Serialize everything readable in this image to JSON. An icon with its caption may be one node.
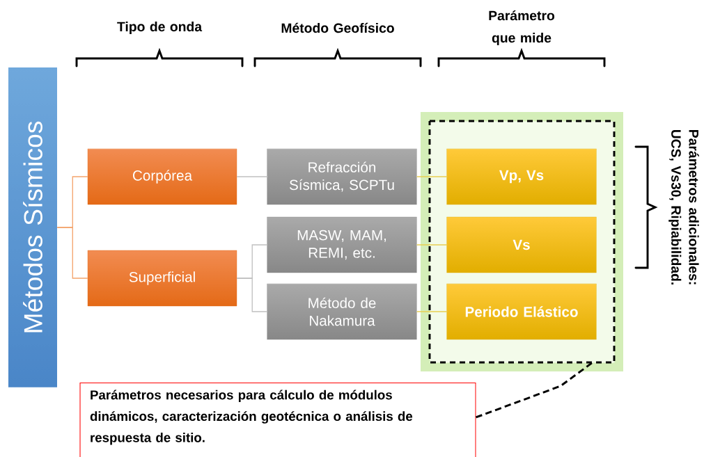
{
  "diagram": {
    "nodes": [
      {
        "text": [
          "Métodos Sísmicos"
        ]
      },
      {
        "text": [
          "Corpórea"
        ]
      },
      {
        "text": [
          "Superficial"
        ]
      },
      {
        "text": [
          "Refracción Sísmica, SCPTu"
        ]
      },
      {
        "text": [
          "MASW, MAM, REMI, etc."
        ]
      },
      {
        "text": [
          "Método de Nakamura"
        ]
      },
      {
        "text": [],
        "shape": "box"
      },
      {
        "text": [
          "Vp, Vs"
        ],
        "in": 6
      },
      {
        "text": [
          "Vs"
        ],
        "in": 6
      },
      {
        "text": [
          "Periodo Elástico"
        ],
        "in": 6
      },
      {
        "text": [
          "Parámetros necesarios para cálculo de módulos dinámicos, caracterización geotécnica o análisis de respuesta de sitio."
        ]
      }
    ],
    "edges": [
      {
        "from": 0,
        "to": 1,
        "arrow": "none",
        "color": "#f4a46c"
      },
      {
        "from": 0,
        "to": 2,
        "arrow": "none",
        "color": "#f4a46c"
      },
      {
        "from": 1,
        "to": 3,
        "arrow": "none",
        "color": "#c0c0c0"
      },
      {
        "from": 2,
        "to": 4,
        "arrow": "none",
        "color": "#c0c0c0"
      },
      {
        "from": 2,
        "to": 5,
        "arrow": "none",
        "color": "#c0c0c0"
      },
      {
        "from": 3,
        "to": 7,
        "arrow": "none",
        "color": "#e8cf50"
      },
      {
        "from": 4,
        "to": 8,
        "arrow": "none",
        "color": "#e8cf50"
      },
      {
        "from": 5,
        "to": 9,
        "arrow": "none",
        "color": "#e8cf50"
      },
      {
        "from": 10,
        "to": 6,
        "arrow": "none",
        "style": "dashed",
        "color": "#000000"
      }
    ],
    "labels": [
      "Tipo de onda",
      "Método Geofísico",
      "Parámetro que mide",
      "Parámetros adicionales: UCS, Vs30, Ripiabilidad."
    ]
  }
}
